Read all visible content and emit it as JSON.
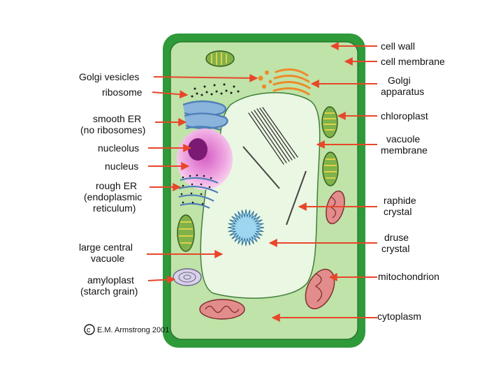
{
  "diagram": {
    "left_labels": {
      "golgi_vesicles": "Golgi vesicles",
      "ribosome": "ribosome",
      "smooth_er_1": "smooth ER",
      "smooth_er_2": "(no ribosomes)",
      "nucleolus": "nucleolus",
      "nucleus": "nucleus",
      "rough_er_1": "rough ER",
      "rough_er_2": "(endoplasmic",
      "rough_er_3": "reticulum)",
      "large_vacuole_1": "large central",
      "large_vacuole_2": "vacuole",
      "amyloplast_1": "amyloplast",
      "amyloplast_2": "(starch grain)"
    },
    "right_labels": {
      "cell_wall": "cell wall",
      "cell_membrane": "cell membrane",
      "golgi_app_1": "Golgi",
      "golgi_app_2": "apparatus",
      "chloroplast": "chloroplast",
      "vacuole_mem_1": "vacuole",
      "vacuole_mem_2": "membrane",
      "raphide_1": "raphide",
      "raphide_2": "crystal",
      "druse_1": "druse",
      "druse_2": "crystal",
      "mitochondrion": "mitochondrion",
      "cytoplasm": "cytoplasm"
    },
    "copyright_symbol": "c",
    "copyright": "E.M. Armstrong 2001"
  },
  "colors": {
    "cell_wall": "#2e9a3a",
    "cytoplasm": "#bfe3a8",
    "vacuole": "#eaf7e2",
    "arrow": "#e8462a",
    "nucleus": "#e9a0d8",
    "nucleolus": "#7a1a72",
    "golgi": "#ee8a2a",
    "smooth_er": "#8ab4dc",
    "chloroplast": "#7fb24a",
    "mitochondrion": "#e38c8c",
    "druse": "#9fd6ef"
  }
}
